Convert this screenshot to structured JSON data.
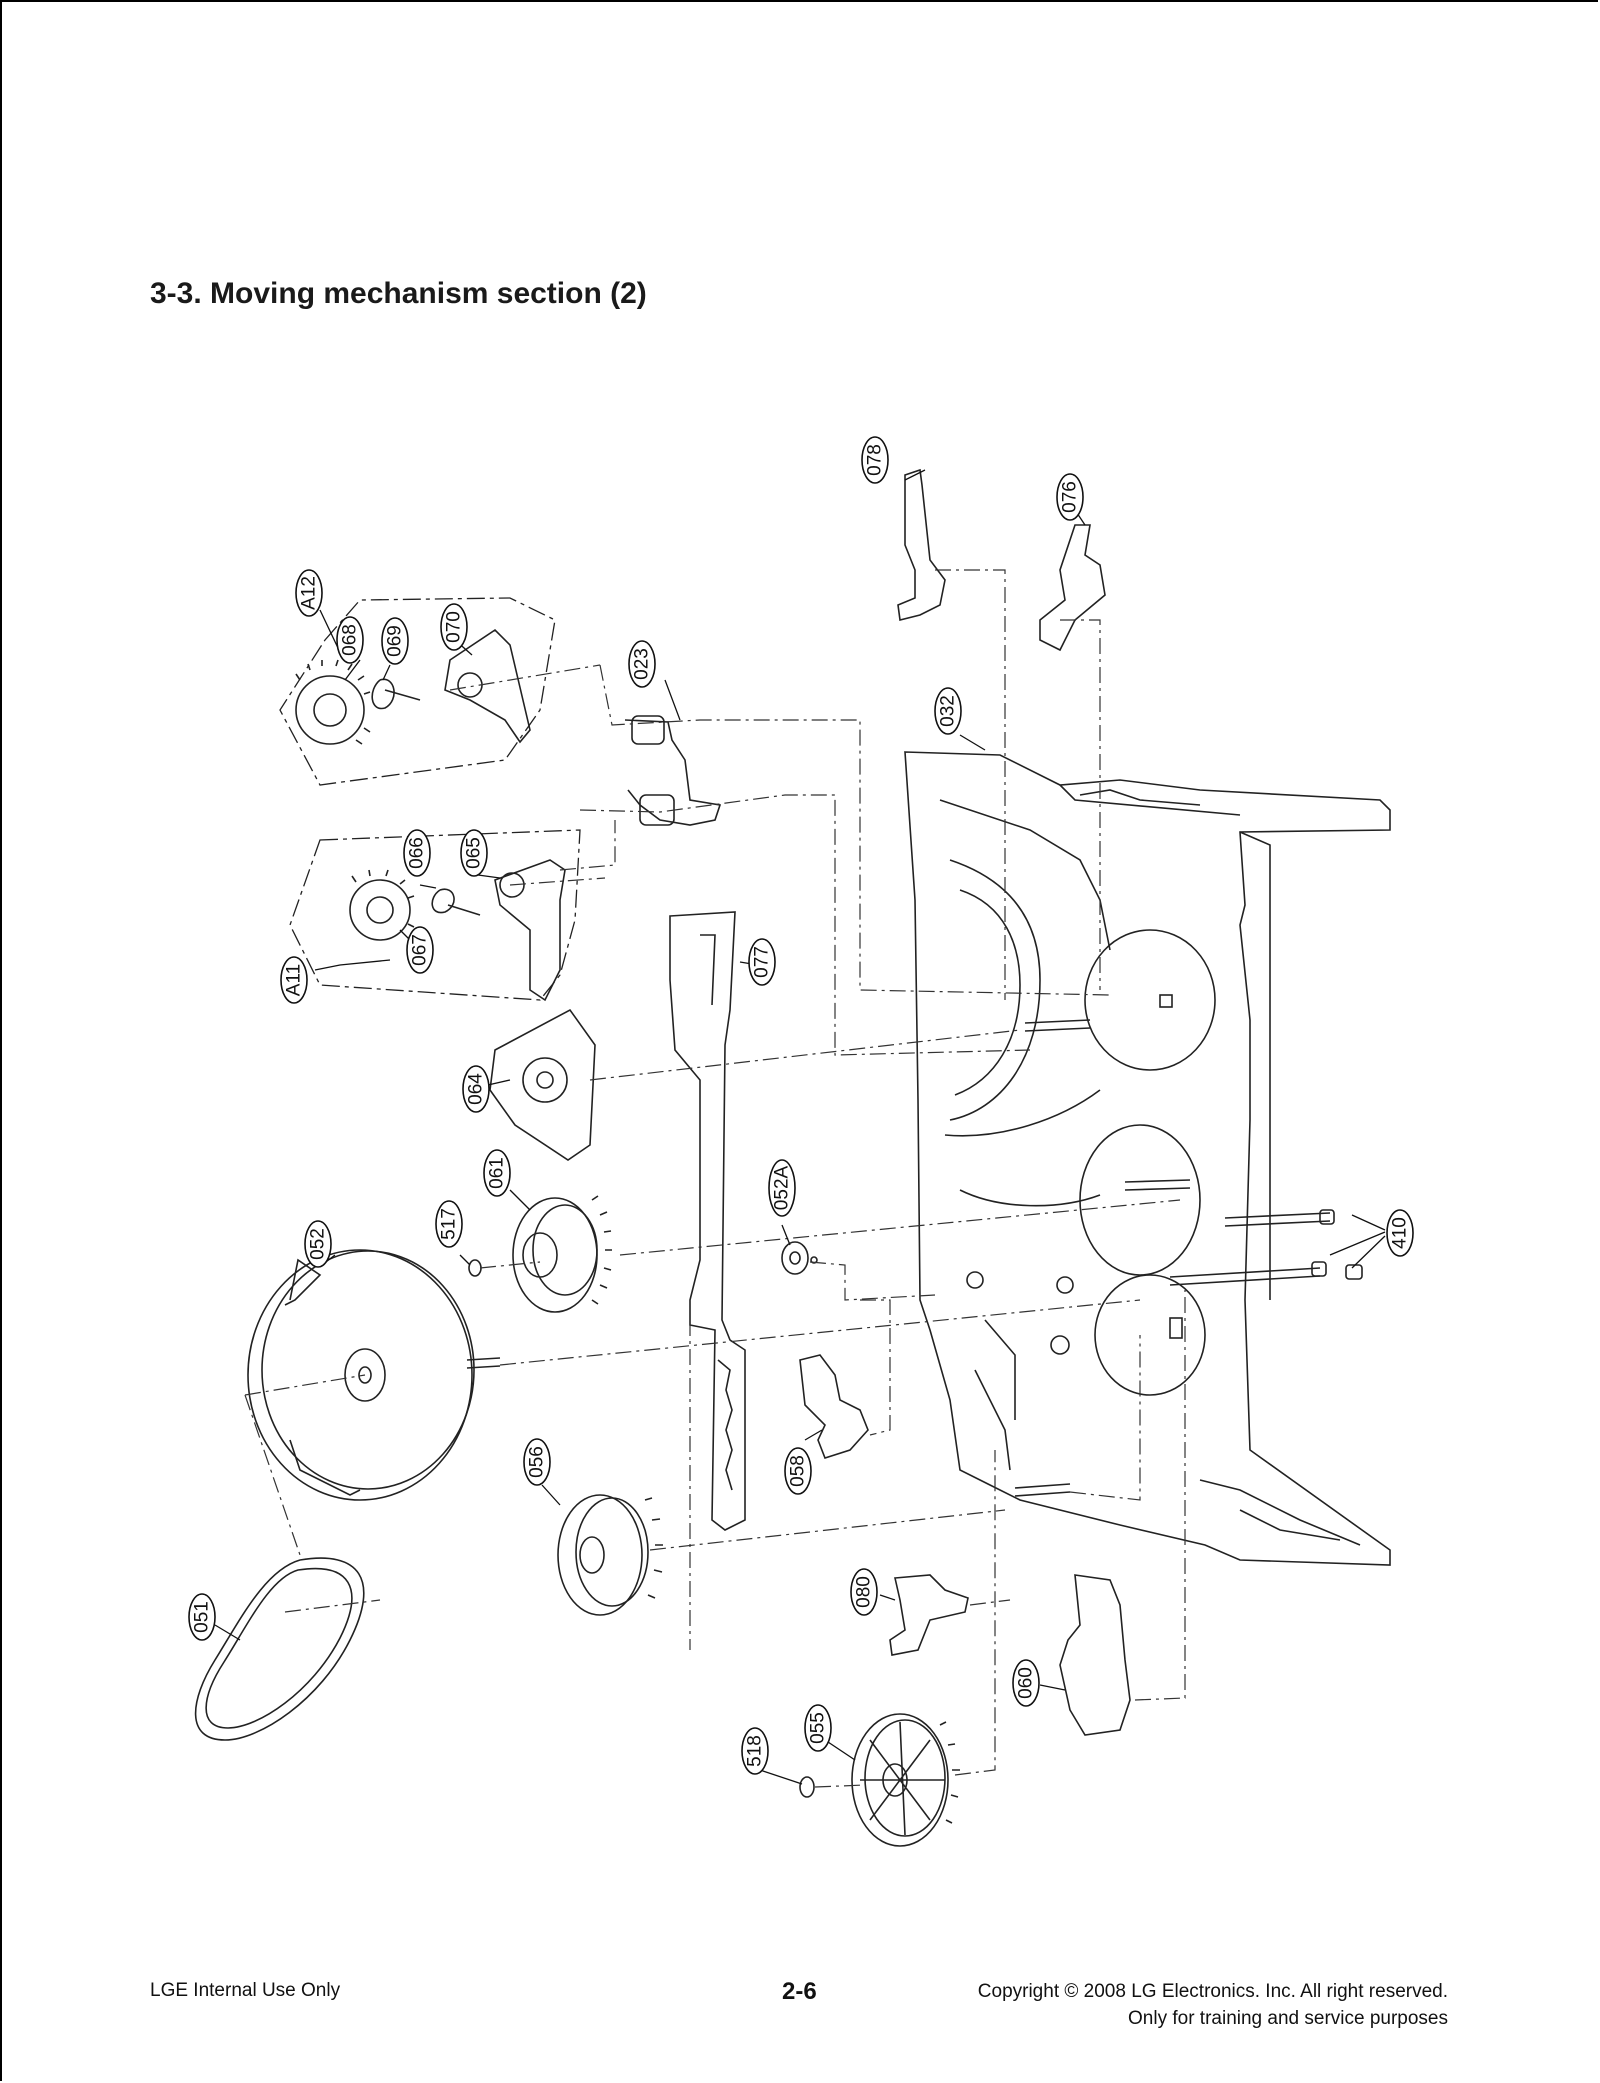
{
  "section_title": "3-3. Moving mechanism section (2)",
  "diagram": {
    "part_labels": [
      "078",
      "076",
      "A12",
      "068",
      "069",
      "070",
      "023",
      "032",
      "066",
      "065",
      "067",
      "A11",
      "077",
      "064",
      "061",
      "517",
      "052",
      "052A",
      "410",
      "058",
      "056",
      "080",
      "051",
      "060",
      "518",
      "055"
    ]
  },
  "footer": {
    "left": "LGE Internal Use Only",
    "page_number": "2-6",
    "copyright": "Copyright © 2008 LG Electronics. Inc. All right reserved.",
    "usage_note": "Only for training and service purposes"
  }
}
